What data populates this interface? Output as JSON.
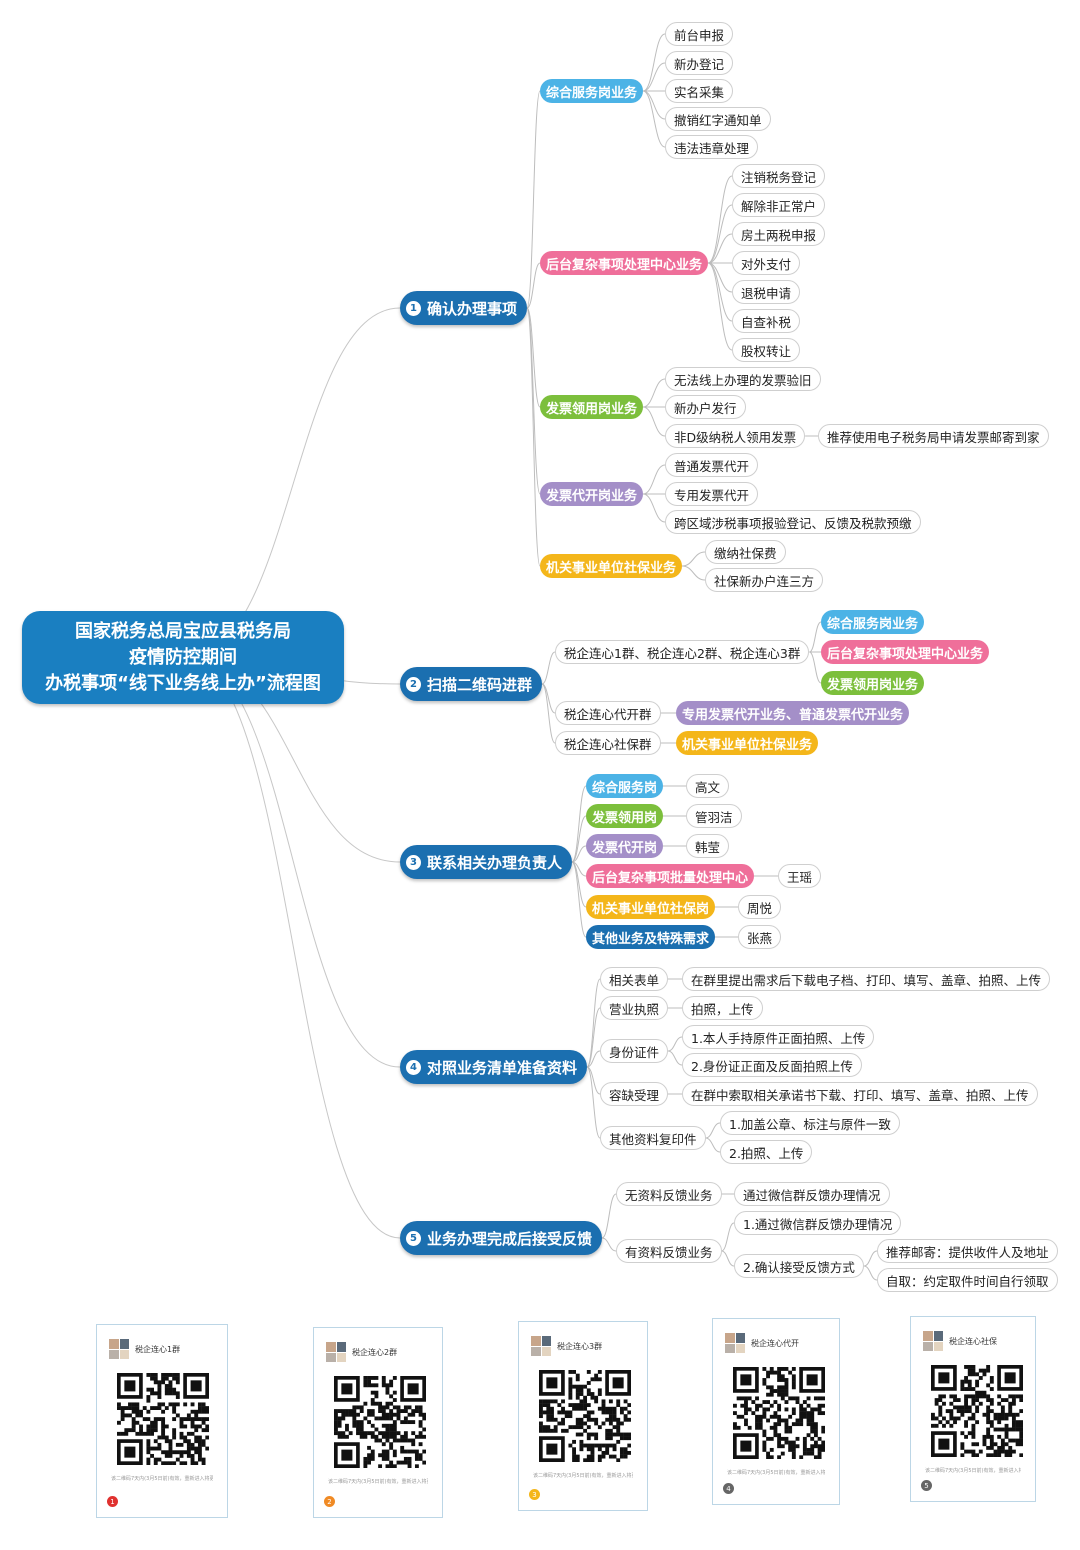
{
  "root": {
    "line1": "国家税务总局宝应县税务局",
    "line2": "疫情防控期间",
    "line3": "办税事项“线下业务线上办”流程图"
  },
  "colors": {
    "blue": "#4cb3e6",
    "pink": "#ef6f9a",
    "green": "#7cbf3c",
    "purple": "#a48fc8",
    "yellow": "#f4b61a",
    "navy": "#1b6fb0",
    "gray": "#666666"
  },
  "steps": [
    {
      "num": "1",
      "label": "确认办理事项"
    },
    {
      "num": "2",
      "label": "扫描二维码进群"
    },
    {
      "num": "3",
      "label": "联系相关办理负责人"
    },
    {
      "num": "4",
      "label": "对照业务清单准备资料"
    },
    {
      "num": "5",
      "label": "业务办理完成后接受反馈"
    }
  ],
  "step1": {
    "cats": [
      {
        "label": "综合服务岗业务",
        "items": [
          "前台申报",
          "新办登记",
          "实名采集",
          "撤销红字通知单",
          "违法违章处理"
        ]
      },
      {
        "label": "后台复杂事项处理中心业务",
        "items": [
          "注销税务登记",
          "解除非正常户",
          "房土两税申报",
          "对外支付",
          "退税申请",
          "自查补税",
          "股权转让"
        ]
      },
      {
        "label": "发票领用岗业务",
        "items": [
          "无法线上办理的发票验旧",
          "新办户发行",
          "非D级纳税人领用发票"
        ],
        "extra": "推荐使用电子税务局申请发票邮寄到家"
      },
      {
        "label": "发票代开岗业务",
        "items": [
          "普通发票代开",
          "专用发票代开",
          "跨区域涉税事项报验登记、反馈及税款预缴"
        ]
      },
      {
        "label": "机关事业单位社保业务",
        "items": [
          "缴纳社保费",
          "社保新办户连三方"
        ]
      }
    ]
  },
  "step2": {
    "groups": [
      {
        "label": "税企连心1群、税企连心2群、税企连心3群",
        "targets": [
          "综合服务岗业务",
          "后台复杂事项处理中心业务",
          "发票领用岗业务"
        ]
      },
      {
        "label": "税企连心代开群",
        "targets": [
          "专用发票代开业务、普通发票代开业务"
        ]
      },
      {
        "label": "税企连心社保群",
        "targets": [
          "机关事业单位社保业务"
        ]
      }
    ]
  },
  "step3": {
    "rows": [
      {
        "post": "综合服务岗",
        "person": "高文"
      },
      {
        "post": "发票领用岗",
        "person": "管羽洁"
      },
      {
        "post": "发票代开岗",
        "person": "韩莹"
      },
      {
        "post": "后台复杂事项批量处理中心",
        "person": "王瑶"
      },
      {
        "post": "机关事业单位社保岗",
        "person": "周悦"
      },
      {
        "post": "其他业务及特殊需求",
        "person": "张燕"
      }
    ]
  },
  "step4": {
    "rows": [
      {
        "label": "相关表单",
        "items": [
          "在群里提出需求后下载电子档、打印、填写、盖章、拍照、上传"
        ]
      },
      {
        "label": "营业执照",
        "items": [
          "拍照，上传"
        ]
      },
      {
        "label": "身份证件",
        "items": [
          "1.本人手持原件正面拍照、上传",
          "2.身份证正面及反面拍照上传"
        ]
      },
      {
        "label": "容缺受理",
        "items": [
          "在群中索取相关承诺书下载、打印、填写、盖章、拍照、上传"
        ]
      },
      {
        "label": "其他资料复印件",
        "items": [
          "1.加盖公章、标注与原件一致",
          "2.拍照、上传"
        ]
      }
    ]
  },
  "step5": {
    "no_material": {
      "label": "无资料反馈业务",
      "item": "通过微信群反馈办理情况"
    },
    "with_material": {
      "label": "有资料反馈业务",
      "item1": "1.通过微信群反馈办理情况",
      "item2": "2.确认接受反馈方式",
      "options": [
        "推荐邮寄：提供收件人及地址",
        "自取：约定取件时间自行领取"
      ]
    }
  },
  "qr_cards": [
    {
      "title": "税企连心1群",
      "badge": "1",
      "badge_color": "#e0312f",
      "note": "该二维码7天内(3月5日前)有效，重新进入将更新"
    },
    {
      "title": "税企连心2群",
      "badge": "2",
      "badge_color": "#f08a24",
      "note": "该二维码7天内(3月5日前)有效，重新进入将更新"
    },
    {
      "title": "税企连心3群",
      "badge": "3",
      "badge_color": "#f4b61a",
      "note": "该二维码7天内(3月5日前)有效，重新进入将更新"
    },
    {
      "title": "税企连心代开",
      "badge": "4",
      "badge_color": "#666666",
      "note": "该二维码7天内(3月5日前)有效，重新进入将更新"
    },
    {
      "title": "税企连心社保",
      "badge": "5",
      "badge_color": "#666666",
      "note": "该二维码7天内(3月5日前)有效，重新进入将更新"
    }
  ]
}
